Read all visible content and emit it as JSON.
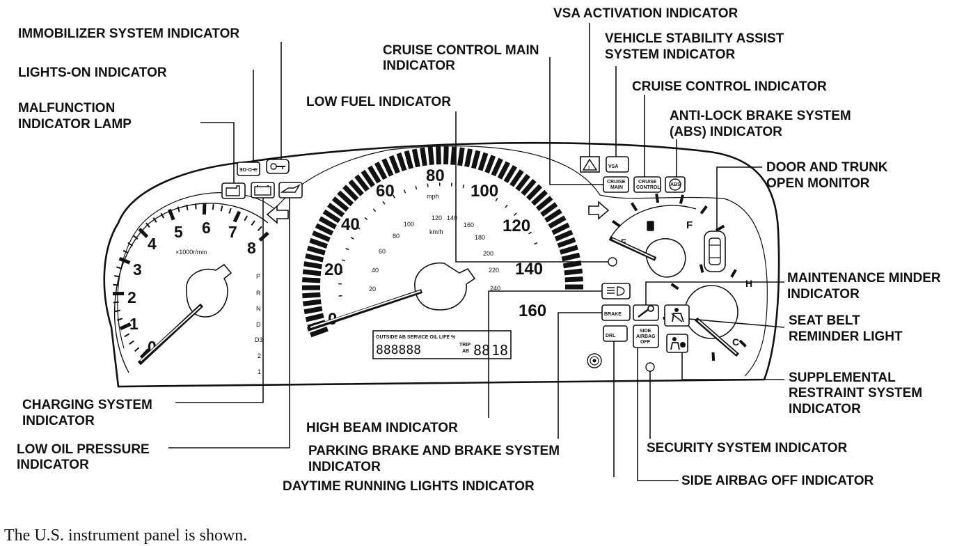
{
  "labels": {
    "vsa_activation": "VSA ACTIVATION INDICATOR",
    "vsa_system_1": "VEHICLE STABILITY ASSIST",
    "vsa_system_2": "SYSTEM INDICATOR",
    "immobilizer": "IMMOBILIZER SYSTEM INDICATOR",
    "cruise_main_1": "CRUISE CONTROL MAIN",
    "cruise_main_2": "INDICATOR",
    "lights_on": "LIGHTS-ON INDICATOR",
    "cruise_control": "CRUISE CONTROL INDICATOR",
    "low_fuel": "LOW FUEL INDICATOR",
    "malfunction_1": "MALFUNCTION",
    "malfunction_2": "INDICATOR LAMP",
    "abs_1": "ANTI-LOCK BRAKE SYSTEM",
    "abs_2": "(ABS) INDICATOR",
    "door_trunk_1": "DOOR AND TRUNK",
    "door_trunk_2": "OPEN MONITOR",
    "maintenance_1": "MAINTENANCE MINDER",
    "maintenance_2": "INDICATOR",
    "seat_belt_1": "SEAT BELT",
    "seat_belt_2": "REMINDER LIGHT",
    "srs_1": "SUPPLEMENTAL",
    "srs_2": "RESTRAINT SYSTEM",
    "srs_3": "INDICATOR",
    "charging_1": "CHARGING SYSTEM",
    "charging_2": "INDICATOR",
    "high_beam": "HIGH BEAM INDICATOR",
    "low_oil_1": "LOW OIL PRESSURE",
    "low_oil_2": "INDICATOR",
    "parking_brake_1": "PARKING BRAKE AND BRAKE SYSTEM",
    "parking_brake_2": "INDICATOR",
    "security": "SECURITY SYSTEM INDICATOR",
    "daytime": "DAYTIME RUNNING LIGHTS INDICATOR",
    "side_airbag": "SIDE AIRBAG OFF INDICATOR"
  },
  "caption": "The U.S. instrument panel is shown.",
  "tachometer": {
    "numbers": [
      "0",
      "1",
      "2",
      "3",
      "4",
      "5",
      "6",
      "7",
      "8"
    ],
    "unit": "×1000r/min"
  },
  "speedometer": {
    "mph": [
      "0",
      "20",
      "40",
      "60",
      "80",
      "100",
      "120",
      "140",
      "160"
    ],
    "mph_unit": "mph",
    "kmh": [
      "20",
      "40",
      "60",
      "80",
      "100",
      "120",
      "140",
      "160",
      "180",
      "200",
      "220",
      "240"
    ],
    "kmh_unit": "km/h"
  },
  "gear_indicator": [
    "P",
    "R",
    "N",
    "D",
    "D3",
    "2",
    "1"
  ],
  "fuel_gauge": {
    "full": "F",
    "empty": "E"
  },
  "temp_gauge": {
    "hot": "H",
    "cold": "C"
  },
  "display": {
    "line1": "OUTSIDE  AB  SERVICE OIL LIFE %",
    "digits": "888888",
    "trip": "TRIP",
    "ab": "AB",
    "oil_digits": "88",
    "pct_digits": "18"
  },
  "icon_texts": {
    "vsa": "VSA",
    "cruise": "CRUISE",
    "main": "MAIN",
    "control": "CONTROL",
    "abs": "ABS",
    "brake": "BRAKE",
    "drl": "DRL",
    "side": "SIDE",
    "airbag": "AIRBAG",
    "off": "OFF"
  }
}
